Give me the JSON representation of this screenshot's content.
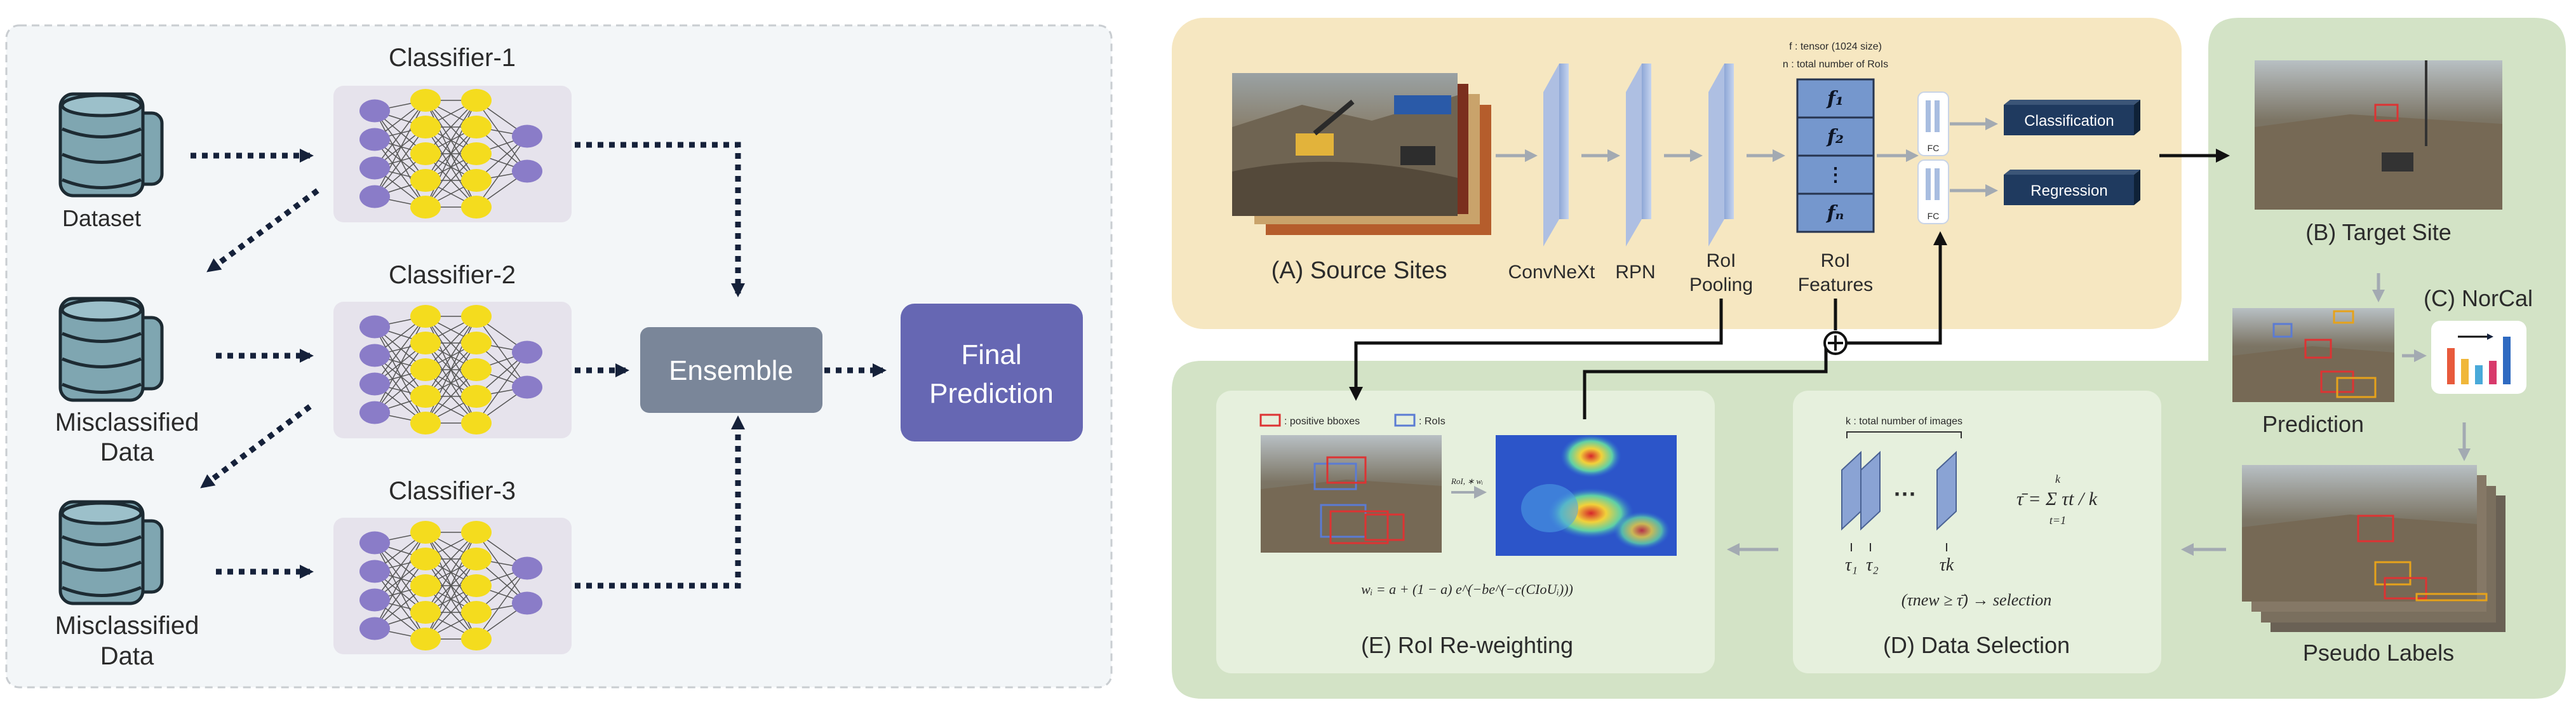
{
  "ensemble_panel": {
    "dataset_label": "Dataset",
    "classifier_1": "Classifier-1",
    "classifier_2": "Classifier-2",
    "classifier_3": "Classifier-3",
    "misclassified_1_line1": "Misclassified",
    "misclassified_1_line2": "Data",
    "misclassified_2_line1": "Misclassified",
    "misclassified_2_line2": "Data",
    "ensemble": "Ensemble",
    "final_line1": "Final",
    "final_line2": "Prediction"
  },
  "pipeline": {
    "source_sites": "(A) Source Sites",
    "convnext": "ConvNeXt",
    "rpn": "RPN",
    "roi_pooling_line1": "RoI",
    "roi_pooling_line2": "Pooling",
    "roi_features_line1": "RoI",
    "roi_features_line2": "Features",
    "tensor_note": "f : tensor (1024 size)",
    "rois_note": "n : total number of RoIs",
    "features": [
      "f₁",
      "f₂",
      "⋮",
      "fₙ"
    ],
    "fc": "FC",
    "classification": "Classification",
    "regression": "Regression",
    "target_site": "(B) Target Site",
    "norcal": "(C) NorCal",
    "prediction": "Prediction",
    "pseudo_labels": "Pseudo Labels",
    "data_selection": "(D) Data Selection",
    "images_note": "k : total number of images",
    "tau_1": "τ₁",
    "tau_2": "τ₂",
    "tau_k": "τk",
    "dots": "···",
    "mean_formula": "τ̄ = Σ τt / k",
    "sum_top": "k",
    "sum_bottom": "t=1",
    "selection_formula": "(τnew ≥ τ̄) → selection",
    "roi_reweighting": "(E) RoI Re-weighting",
    "legend_positive": ": positive bboxes",
    "legend_rois": ": RoIs",
    "roi_arrow_label": "RoI, ∗ wᵢ",
    "weight_formula": "wᵢ = a + (1 − a) e^(−be^(−c(CIoUᵢ)))"
  },
  "colors": {
    "neuron_purple": "#8a7cc8",
    "neuron_yellow": "#f4dc1e",
    "ensemble_box": "#7a8699",
    "final_box": "#6667b3",
    "source_panel": "#f6e7c1",
    "green_panel": "#d3e3c6",
    "feature_box": "#6e8ec6",
    "navy_box": "#1f3a5f"
  }
}
